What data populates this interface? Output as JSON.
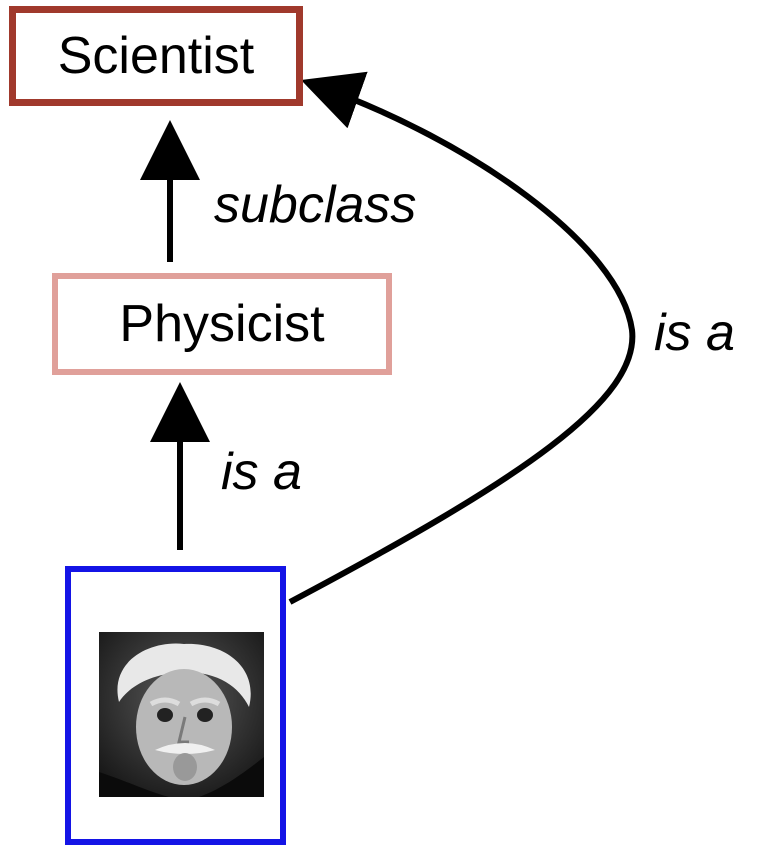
{
  "nodes": {
    "scientist": {
      "label": "Scientist",
      "border_color": "#a0392c"
    },
    "physicist": {
      "label": "Physicist",
      "border_color": "#e0a09a"
    },
    "person": {
      "border_color": "#1414e6",
      "image": "portrait-photo"
    }
  },
  "edges": [
    {
      "from": "physicist",
      "to": "scientist",
      "label": "subclass"
    },
    {
      "from": "person",
      "to": "physicist",
      "label": "is a"
    },
    {
      "from": "person",
      "to": "scientist",
      "label": "is a"
    }
  ]
}
